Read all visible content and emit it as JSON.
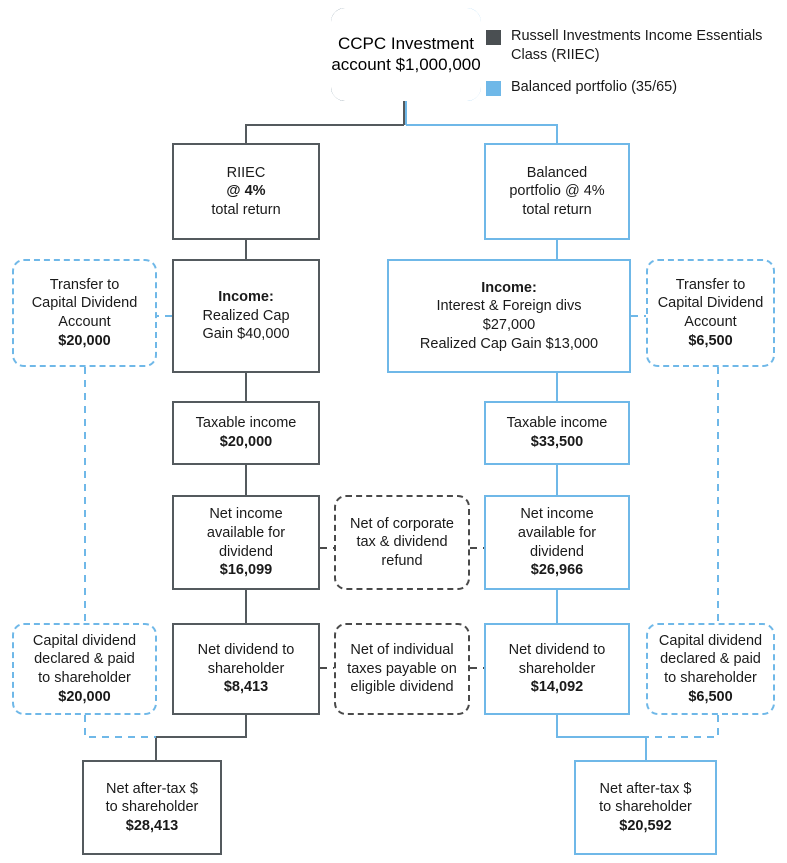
{
  "diagram": {
    "title": "CCPC investment account after-tax comparison flowchart",
    "colors": {
      "dark": "#545a5e",
      "dark_swatch": "#4a4f52",
      "blue": "#6fb8e8",
      "dashed_dark": "#4a4a4a",
      "text": "#1a1a1a",
      "background": "#ffffff"
    }
  },
  "legend": {
    "items": [
      {
        "swatch": "dark-swatch",
        "label": "Russell Investments Income Essentials Class (RIIEC)"
      },
      {
        "swatch": "blue-swatch",
        "label": "Balanced portfolio (35/65)"
      }
    ]
  },
  "root": {
    "line1": "CCPC",
    "line2": "Investment",
    "line3": "account",
    "amount": "$1,000,000"
  },
  "left_branch": {
    "return_box": {
      "line1": "RIIEC",
      "line2": "@ 4%",
      "line3": "total return"
    },
    "income_box": {
      "heading": "Income:",
      "line1": "Realized Cap",
      "line2": "Gain $40,000"
    },
    "transfer_cda": {
      "line1": "Transfer to",
      "line2": "Capital Dividend",
      "line3": "Account",
      "amount": "$20,000"
    },
    "taxable_income": {
      "label": "Taxable income",
      "amount": "$20,000"
    },
    "net_income": {
      "line1": "Net income",
      "line2": "available for",
      "line3": "dividend",
      "amount": "$16,099"
    },
    "net_dividend": {
      "line1": "Net dividend to",
      "line2": "shareholder",
      "amount": "$8,413"
    },
    "capital_dividend_paid": {
      "line1": "Capital dividend",
      "line2": "declared & paid",
      "line3": "to shareholder",
      "amount": "$20,000"
    },
    "net_after_tax": {
      "line1": "Net after-tax $",
      "line2": "to shareholder",
      "amount": "$28,413"
    }
  },
  "right_branch": {
    "return_box": {
      "line1": "Balanced",
      "line2": "portfolio @ 4%",
      "line3": "total return"
    },
    "income_box": {
      "heading": "Income:",
      "line1": "Interest & Foreign divs",
      "line2": "$27,000",
      "line3": "Realized Cap Gain $13,000"
    },
    "transfer_cda": {
      "line1": "Transfer to",
      "line2": "Capital Dividend",
      "line3": "Account",
      "amount": "$6,500"
    },
    "taxable_income": {
      "label": "Taxable income",
      "amount": "$33,500"
    },
    "net_income": {
      "line1": "Net income",
      "line2": "available for",
      "line3": "dividend",
      "amount": "$26,966"
    },
    "net_dividend": {
      "line1": "Net dividend to",
      "line2": "shareholder",
      "amount": "$14,092"
    },
    "capital_dividend_paid": {
      "line1": "Capital dividend",
      "line2": "declared & paid",
      "line3": "to shareholder",
      "amount": "$6,500"
    },
    "net_after_tax": {
      "line1": "Net after-tax $",
      "line2": "to shareholder",
      "amount": "$20,592"
    }
  },
  "middle_notes": {
    "corporate_tax": {
      "line1": "Net of corporate",
      "line2": "tax & dividend",
      "line3": "refund"
    },
    "individual_tax": {
      "line1": "Net of individual",
      "line2": "taxes payable on",
      "line3": "eligible dividend"
    }
  }
}
